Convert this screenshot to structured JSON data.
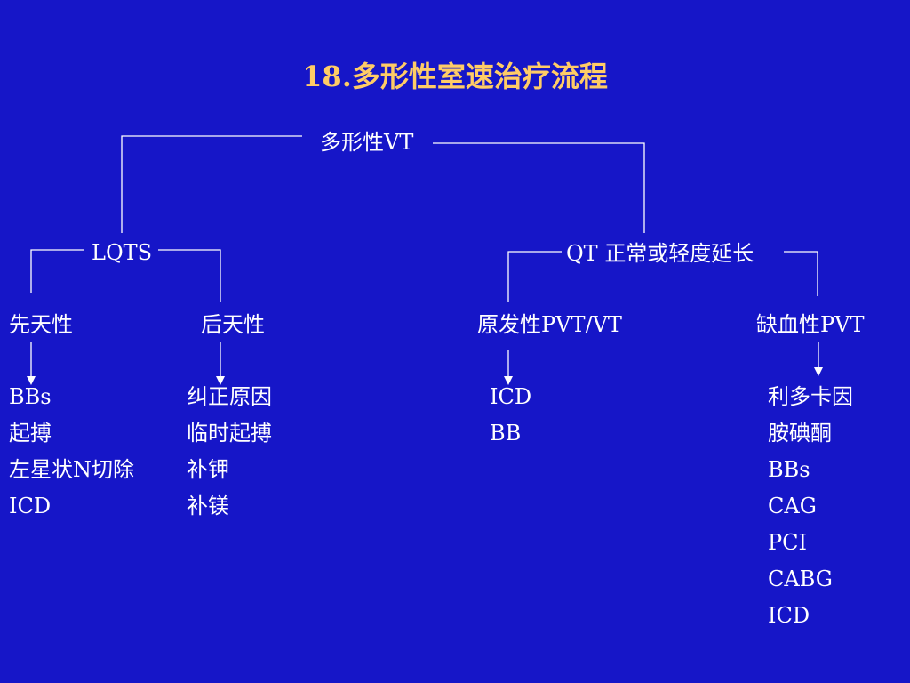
{
  "title": "18.多形性室速治疗流程",
  "root": "多形性VT",
  "branches": {
    "lqts": "LQTS",
    "qt_normal": "QT 正常或轻度延长"
  },
  "categories": {
    "congenital": "先天性",
    "acquired": "后天性",
    "primary": "原发性PVT/VT",
    "ischemic": "缺血性PVT"
  },
  "treatments": {
    "congenital": [
      "BBs",
      "起搏",
      "左星状N切除",
      "ICD"
    ],
    "acquired": [
      "纠正原因",
      "临时起搏",
      "补钾",
      "补镁"
    ],
    "primary": [
      "ICD",
      "BB"
    ],
    "ischemic": [
      "利多卡因",
      "胺碘酮",
      "BBs",
      "CAG",
      "PCI",
      "CABG",
      "ICD"
    ]
  },
  "colors": {
    "background": "#1616c8",
    "title": "#ffcc66",
    "text": "#ffffff",
    "lines": "#ffffff"
  }
}
